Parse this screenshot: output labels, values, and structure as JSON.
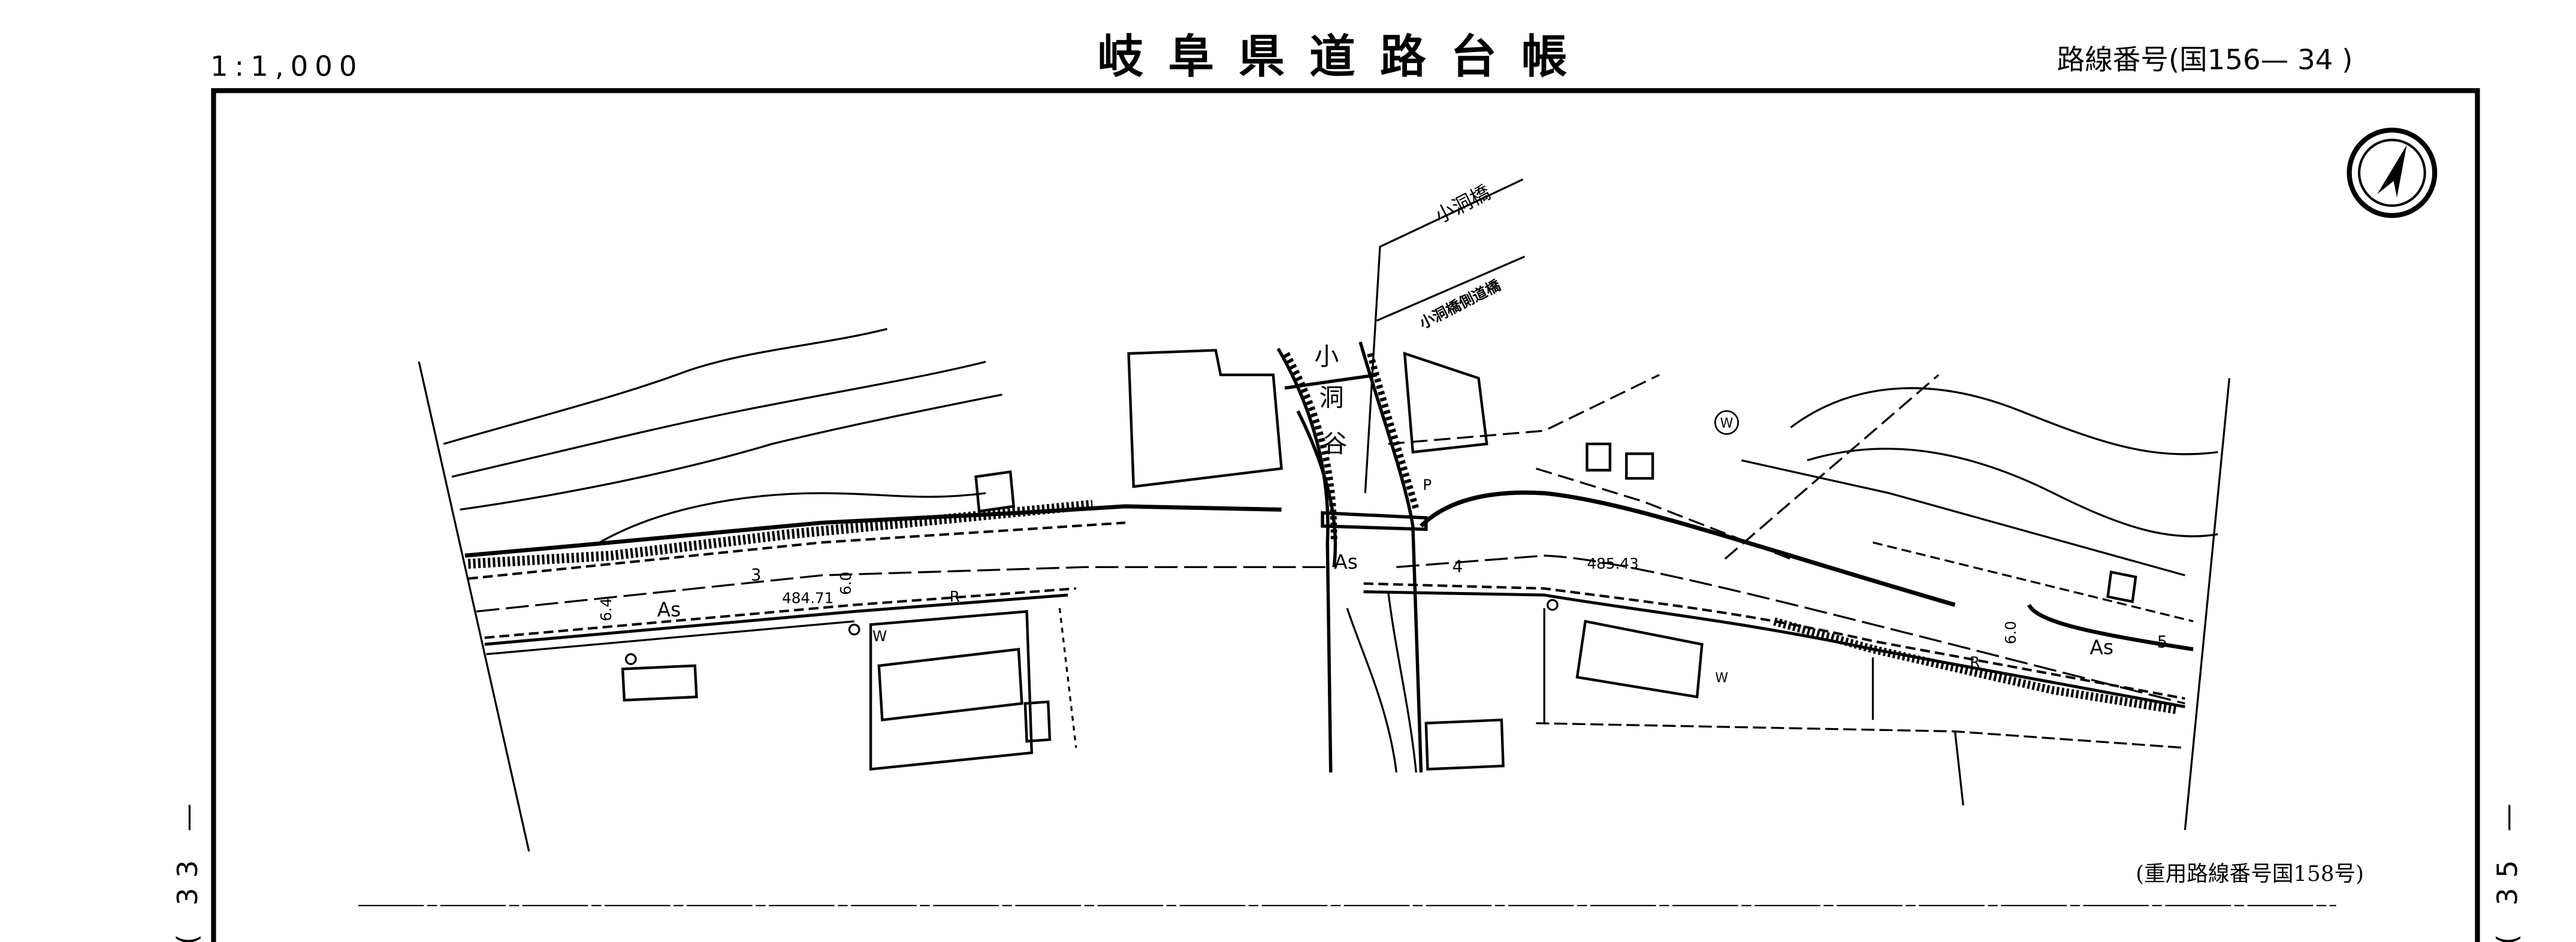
{
  "header": {
    "scale": "1:1,000",
    "title": "岐阜県道路台帳",
    "route_number": "路線番号(国156— 34 )"
  },
  "margins": {
    "prev_sheet": "( 33 —",
    "next_sheet": "( 35 —"
  },
  "map": {
    "north_arrow_icon": "north-arrow-icon",
    "bridge_label": "小洞橋",
    "side_bridge_label": "小洞橋側道橋",
    "river_chars": [
      "小",
      "洞",
      "谷"
    ],
    "pavement_labels": [
      "As",
      "As",
      "As"
    ],
    "section_numbers": [
      "3",
      "4",
      "5"
    ],
    "elevations": [
      "484.71",
      "485.43"
    ],
    "widths": [
      "6.4",
      "6.0",
      "6.0"
    ],
    "marks": {
      "r1": "R",
      "r2": "R",
      "w1": "W",
      "w2": "W",
      "w3": "W",
      "p": "P"
    }
  },
  "footer": {
    "shared_route_note": "(重用路線番号国158号)"
  }
}
